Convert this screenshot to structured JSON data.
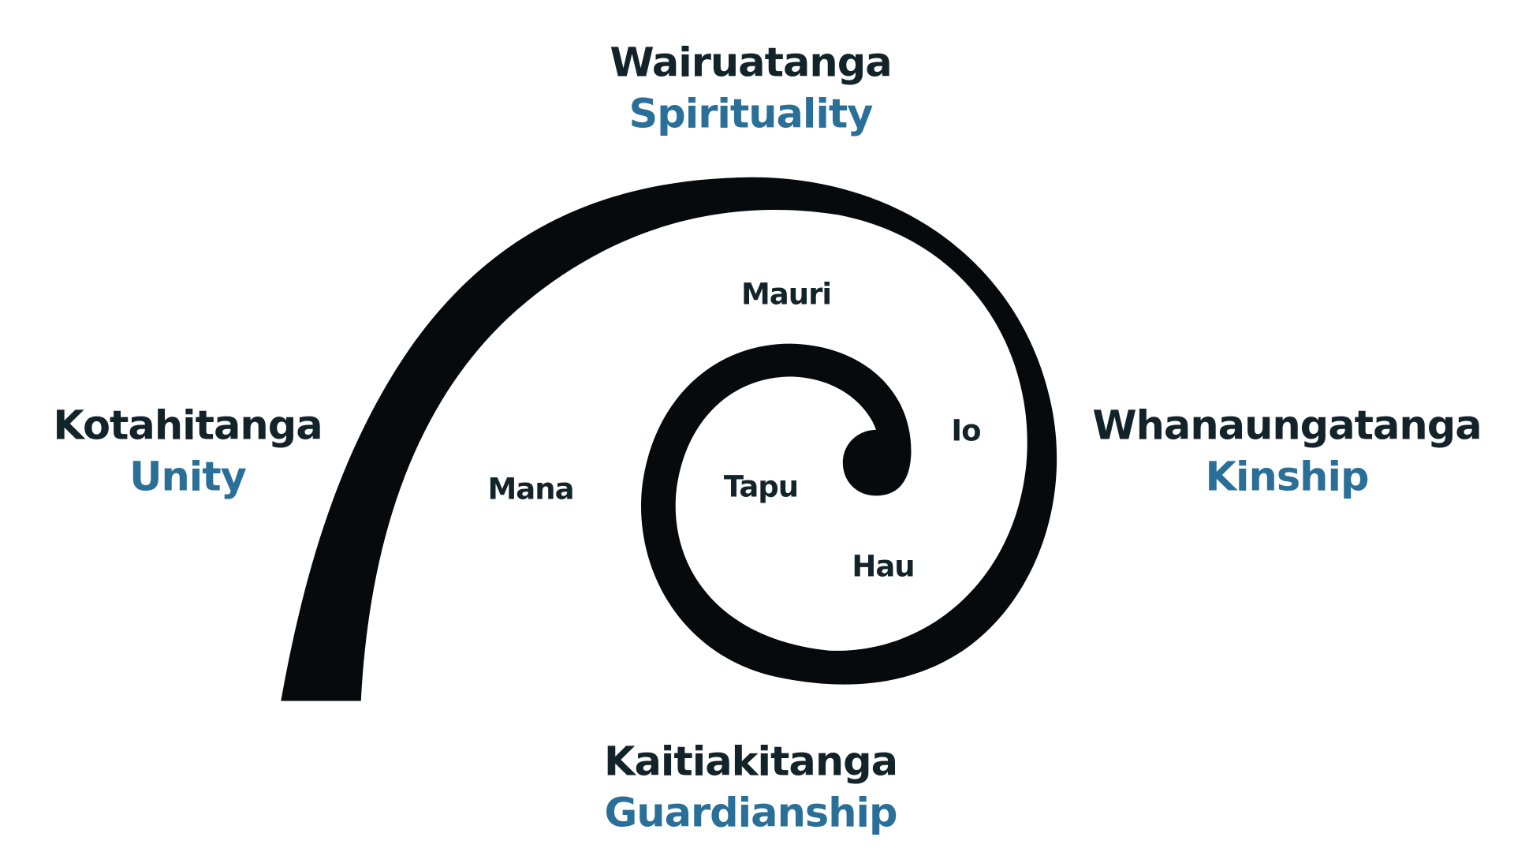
{
  "colors": {
    "maori_text": "#13232a",
    "english_text": "#2a6f97",
    "spiral": "#060a0c",
    "background": "#ffffff"
  },
  "quadrants": {
    "top": {
      "maori": "Wairuatanga",
      "english": "Spirituality"
    },
    "left": {
      "maori": "Kotahitanga",
      "english": "Unity"
    },
    "right": {
      "maori": "Whanaungatanga",
      "english": "Kinship"
    },
    "bottom": {
      "maori": "Kaitiakitanga",
      "english": "Guardianship"
    }
  },
  "inner_concepts": {
    "mauri": "Mauri",
    "io": "Io",
    "mana": "Mana",
    "tapu": "Tapu",
    "hau": "Hau"
  },
  "spiral_icon": "koru-spiral"
}
